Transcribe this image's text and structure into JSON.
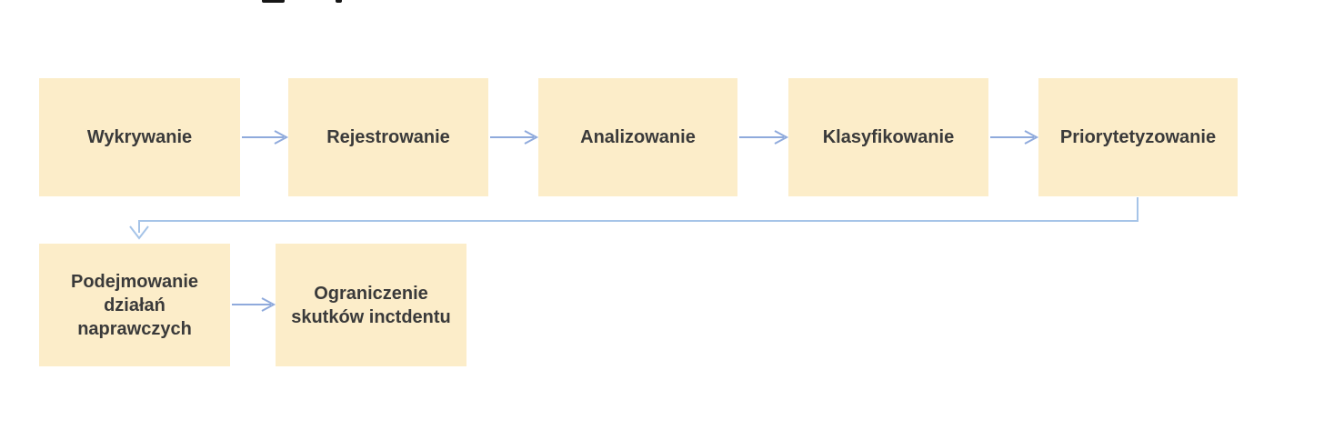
{
  "flow": {
    "steps": [
      {
        "label": "Wykrywanie"
      },
      {
        "label": "Rejestrowanie"
      },
      {
        "label": "Analizowanie"
      },
      {
        "label": "Klasyfikowanie"
      },
      {
        "label": "Priorytetyzowanie"
      },
      {
        "label": "Podejmowanie działań naprawczych"
      },
      {
        "label": "Ograniczenie skutków inctdentu"
      }
    ],
    "connections": [
      [
        0,
        1
      ],
      [
        1,
        2
      ],
      [
        2,
        3
      ],
      [
        3,
        4
      ],
      [
        4,
        5
      ],
      [
        5,
        6
      ]
    ]
  },
  "colors": {
    "box_fill": "#FCEDC9",
    "arrow_blue": "#8FAADC",
    "connector_blue": "#A6C4E8",
    "text": "#3A3A3A"
  }
}
